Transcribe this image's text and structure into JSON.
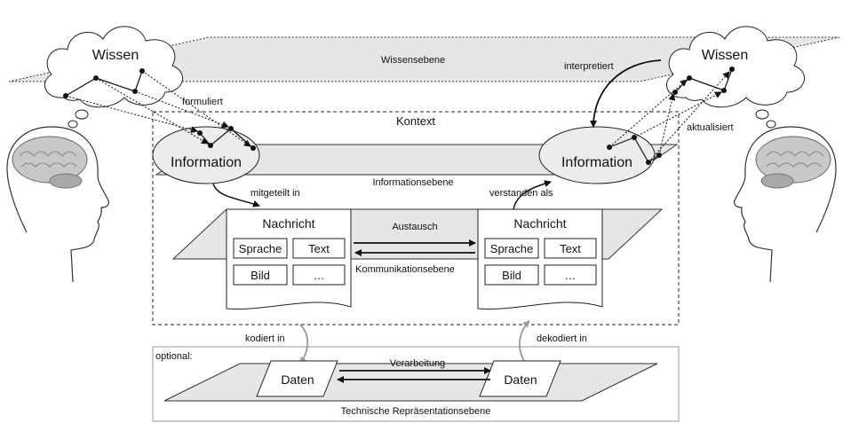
{
  "left_person": {
    "knowledge": "Wissen",
    "information": "Information",
    "formulates": "formuliert",
    "communicated_in": "mitgeteilt in",
    "encoded_in": "kodiert in"
  },
  "right_person": {
    "knowledge": "Wissen",
    "information": "Information",
    "interprets": "interpretiert",
    "updates": "aktualisiert",
    "understood_as": "verstanden als",
    "decoded_in": "dekodiert in"
  },
  "planes": {
    "knowledge": "Wissensebene",
    "information": "Informationsebene",
    "communication": "Kommunikationsebene",
    "technical": "Technische Repräsentationsebene"
  },
  "context": {
    "label": "Kontext"
  },
  "exchange": {
    "label": "Austausch"
  },
  "processing": {
    "label": "Verarbeitung"
  },
  "optional": {
    "label": "optional:"
  },
  "message_left": {
    "title": "Nachricht",
    "items": [
      "Sprache",
      "Text",
      "Bild",
      "…"
    ]
  },
  "message_right": {
    "title": "Nachricht",
    "items": [
      "Sprache",
      "Text",
      "Bild",
      "…"
    ]
  },
  "data_left": {
    "label": "Daten"
  },
  "data_right": {
    "label": "Daten"
  },
  "colors": {
    "plane_fill": "#e6e6e6",
    "ellipse_fill": "#ececec",
    "stroke": "#222222",
    "connector_gray": "#9a9a9a"
  }
}
